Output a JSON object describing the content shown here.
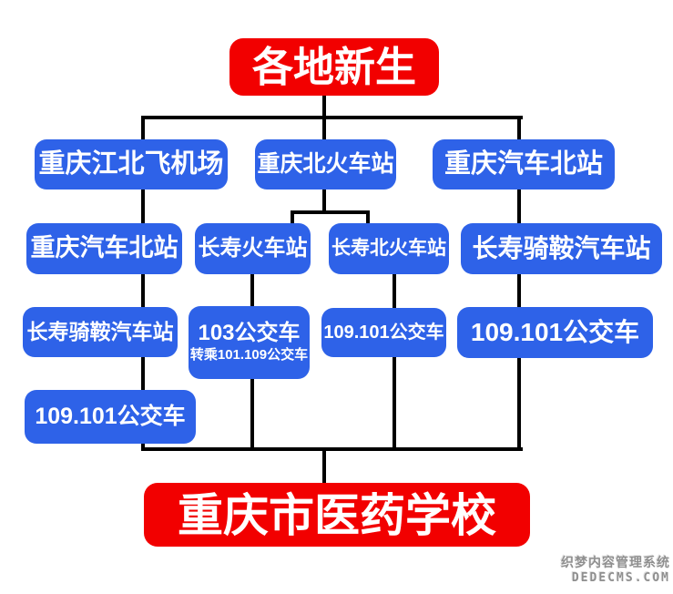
{
  "diagram": {
    "type": "flowchart",
    "title": "各地新生",
    "destination": "重庆市医药学校"
  },
  "nodes": {
    "start": {
      "label": "各地新生"
    },
    "a1": {
      "label": "重庆江北飞机场"
    },
    "b1": {
      "label": "重庆北火车站"
    },
    "c1": {
      "label": "重庆汽车北站"
    },
    "a2": {
      "label": "重庆汽车北站"
    },
    "b2a": {
      "label": "长寿火车站"
    },
    "b2b": {
      "label": "长寿北火车站"
    },
    "c2": {
      "label": "长寿骑鞍汽车站"
    },
    "a3": {
      "label": "长寿骑鞍汽车站"
    },
    "b3a": {
      "label": "103公交车",
      "sublabel": "转乘101.109公交车"
    },
    "b3b": {
      "label": "109.101公交车"
    },
    "c3": {
      "label": "109.101公交车"
    },
    "a4": {
      "label": "109.101公交车"
    },
    "end": {
      "label": "重庆市医药学校"
    }
  },
  "routes": [
    {
      "from": "各地新生",
      "steps": [
        "重庆江北飞机场",
        "重庆汽车北站",
        "长寿骑鞍汽车站",
        "109.101公交车"
      ],
      "to": "重庆市医药学校"
    },
    {
      "from": "各地新生",
      "steps": [
        "重庆北火车站",
        "长寿火车站",
        "103公交车 转乘101.109公交车"
      ],
      "to": "重庆市医药学校"
    },
    {
      "from": "各地新生",
      "steps": [
        "重庆北火车站",
        "长寿北火车站",
        "109.101公交车"
      ],
      "to": "重庆市医药学校"
    },
    {
      "from": "各地新生",
      "steps": [
        "重庆汽车北站",
        "长寿骑鞍汽车站",
        "109.101公交车"
      ],
      "to": "重庆市医药学校"
    }
  ],
  "colors": {
    "node_blue": "#2E62E8",
    "node_red": "#F20000",
    "line_black": "#000000",
    "text_white": "#FFFFFF",
    "watermark_gray": "#8F8F8F"
  },
  "watermark": {
    "line1": "织梦内容管理系统",
    "line2": "DEDECMS.COM"
  }
}
